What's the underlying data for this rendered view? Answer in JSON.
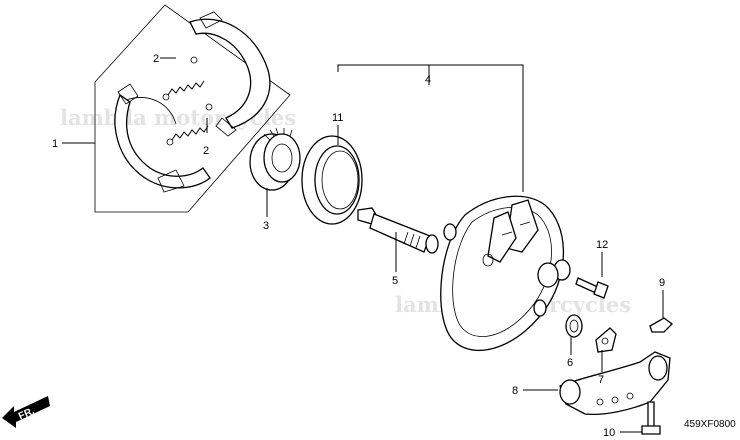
{
  "watermark": [
    "lambda motorcycles",
    "lambda motorcycles"
  ],
  "diagram_code": "459XF0800",
  "direction_arrow": {
    "label": "FR.",
    "icon": "front-direction-arrow-icon"
  },
  "callouts": {
    "shoes": "1",
    "spring_top": "2",
    "spring_bottom": "2",
    "gearbox": "3",
    "panel": "4",
    "cam": "5",
    "washer": "6",
    "indicator_plate": "7",
    "arm": "8",
    "seal_cap": "9",
    "bolt_lower": "10",
    "seal": "11",
    "bolt_upper": "12"
  }
}
